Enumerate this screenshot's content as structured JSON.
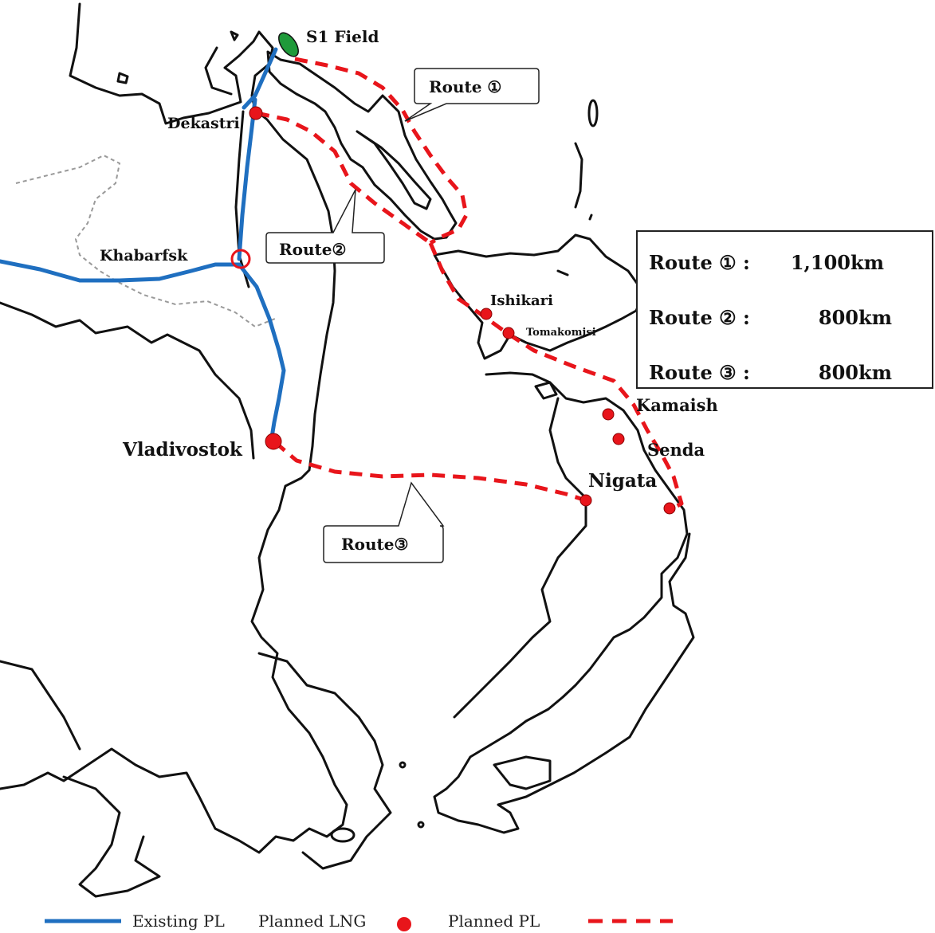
{
  "colors": {
    "existing_pl": "#1f6fc0",
    "planned_pl": "#e8151b",
    "planned_lng": "#e8151b",
    "field": "#1f9a3a"
  },
  "places": {
    "s1_field": "S1 Field",
    "dekastri": "Dekastri",
    "khabarfsk": "Khabarfsk",
    "vladivostok": "Vladivostok",
    "ishikari": "Ishikari",
    "tomakomisi": "Tomakomisi",
    "kamaish": "Kamaish",
    "senda": "Senda",
    "nigata": "Nigata"
  },
  "callouts": {
    "route1": "Route ①",
    "route2": "Route②",
    "route3": "Route③"
  },
  "route_info": [
    {
      "name": "Route ① :",
      "distance": "1,100km"
    },
    {
      "name": "Route ② :",
      "distance": "800km"
    },
    {
      "name": "Route ③ :",
      "distance": "800km"
    }
  ],
  "legend": {
    "existing_pl": "Existing PL",
    "planned_lng": "Planned LNG",
    "planned_pl": "Planned PL"
  }
}
